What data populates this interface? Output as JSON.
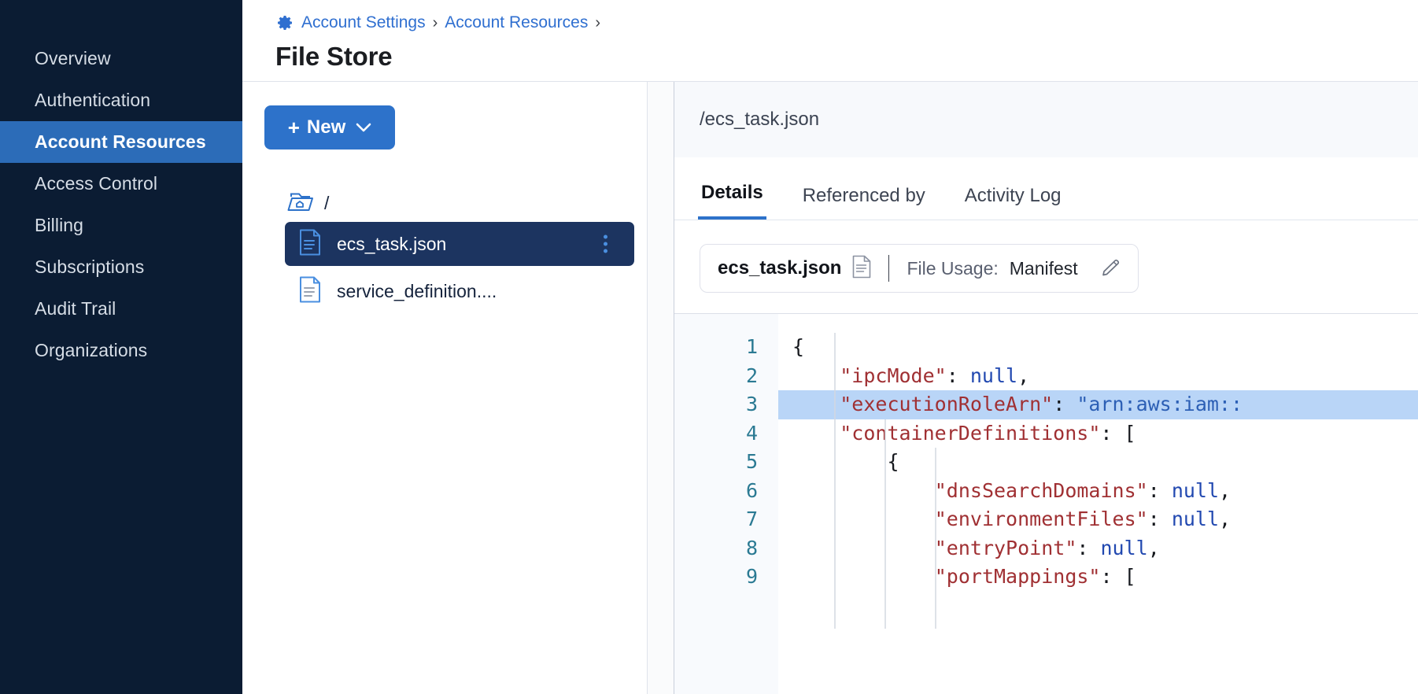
{
  "sidebar": {
    "items": [
      {
        "label": "Overview",
        "active": false
      },
      {
        "label": "Authentication",
        "active": false
      },
      {
        "label": "Account Resources",
        "active": true
      },
      {
        "label": "Access Control",
        "active": false
      },
      {
        "label": "Billing",
        "active": false
      },
      {
        "label": "Subscriptions",
        "active": false
      },
      {
        "label": "Audit Trail",
        "active": false
      },
      {
        "label": "Organizations",
        "active": false
      }
    ]
  },
  "header": {
    "breadcrumb": [
      {
        "label": "Account Settings",
        "icon": "gear-icon"
      },
      {
        "label": "Account Resources"
      }
    ],
    "separator": "›",
    "title": "File Store"
  },
  "tree": {
    "new_button": {
      "label": "New",
      "plus": "+",
      "chevron": "⌄"
    },
    "root_label": "/",
    "files": [
      {
        "name": "ecs_task.json",
        "selected": true,
        "icon": "file-json-icon"
      },
      {
        "name": "service_definition....",
        "selected": false,
        "icon": "file-json-icon"
      }
    ]
  },
  "detail": {
    "path": "/ecs_task.json",
    "tabs": [
      {
        "label": "Details",
        "active": true
      },
      {
        "label": "Referenced by",
        "active": false
      },
      {
        "label": "Activity Log",
        "active": false
      }
    ],
    "usage_card": {
      "file_name": "ecs_task.json",
      "usage_label": "File Usage:",
      "usage_value": "Manifest",
      "edit_icon": "pencil-icon",
      "file_icon": "document-icon"
    },
    "editor": {
      "line_numbers": [
        "1",
        "2",
        "3",
        "4",
        "5",
        "6",
        "7",
        "8",
        "9"
      ],
      "highlighted_line": 3,
      "lines": [
        {
          "n": 1,
          "text": "{"
        },
        {
          "n": 2,
          "text": "    \"ipcMode\": null,"
        },
        {
          "n": 3,
          "text": "    \"executionRoleArn\": \"arn:aws:iam::"
        },
        {
          "n": 4,
          "text": "    \"containerDefinitions\": ["
        },
        {
          "n": 5,
          "text": "        {"
        },
        {
          "n": 6,
          "text": "            \"dnsSearchDomains\": null,"
        },
        {
          "n": 7,
          "text": "            \"environmentFiles\": null,"
        },
        {
          "n": 8,
          "text": "            \"entryPoint\": null,"
        },
        {
          "n": 9,
          "text": "            \"portMappings\": ["
        }
      ]
    }
  },
  "colors": {
    "sidebar_bg": "#0b1c33",
    "accent": "#2d72ca",
    "selected_row": "#1c3460",
    "code_string_key": "#a03033",
    "code_value": "#2148b0",
    "highlight": "#b9d5f7"
  }
}
